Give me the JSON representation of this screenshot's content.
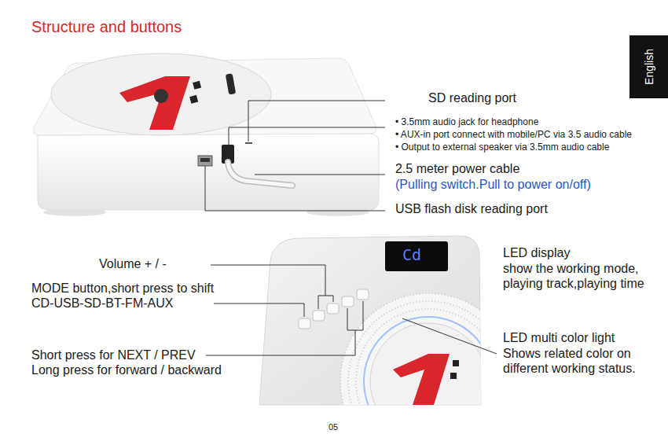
{
  "diagram": {
    "title": "Structure and buttons",
    "nodes": [
      {
        "text": [
          "English"
        ]
      }
    ],
    "labels": [
      "SD reading port",
      "• 3.5mm audio jack for headphone",
      "• AUX-in port connect with mobile/PC via 3.5 audio cable",
      "• Output to external speaker via 3.5mm audio cable",
      "2.5 meter power cable",
      "(Pulling switch.Pull to power on/off)",
      "USB flash disk reading port",
      "Cd",
      "Volume + / -",
      "MODE button,short press to shift CD-USB-SD-BT-FM-AUX",
      "Short press for NEXT / PREV",
      "Long press for forward / backward",
      "LED display",
      "show the working mode, playing track,playing time",
      "LED multi color light",
      "Shows related color on different working status.",
      "05"
    ]
  }
}
